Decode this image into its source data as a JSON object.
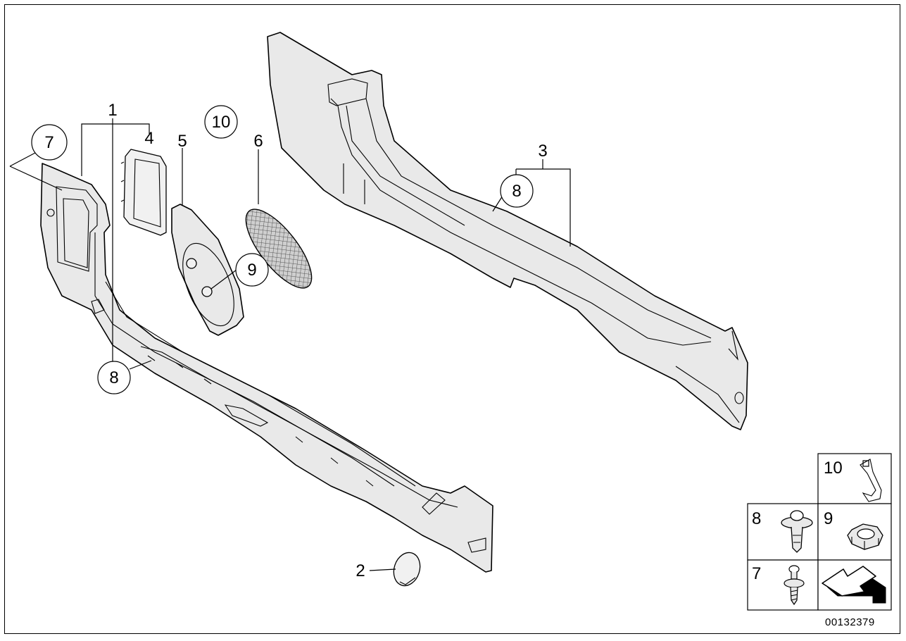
{
  "diagram": {
    "part_number": "00132379",
    "callouts": {
      "c1": "1",
      "c2": "2",
      "c3": "3",
      "c4": "4",
      "c5": "5",
      "c6": "6",
      "c7": "7",
      "c8a": "8",
      "c8b": "8",
      "c9": "9",
      "c10": "10"
    },
    "legend": {
      "l10": "10",
      "l8": "8",
      "l9": "9",
      "l7": "7"
    },
    "icons": [
      "clip-icon",
      "expanding-rivet-icon",
      "hex-nut-icon",
      "screw-icon",
      "direction-arrow-icon"
    ]
  }
}
